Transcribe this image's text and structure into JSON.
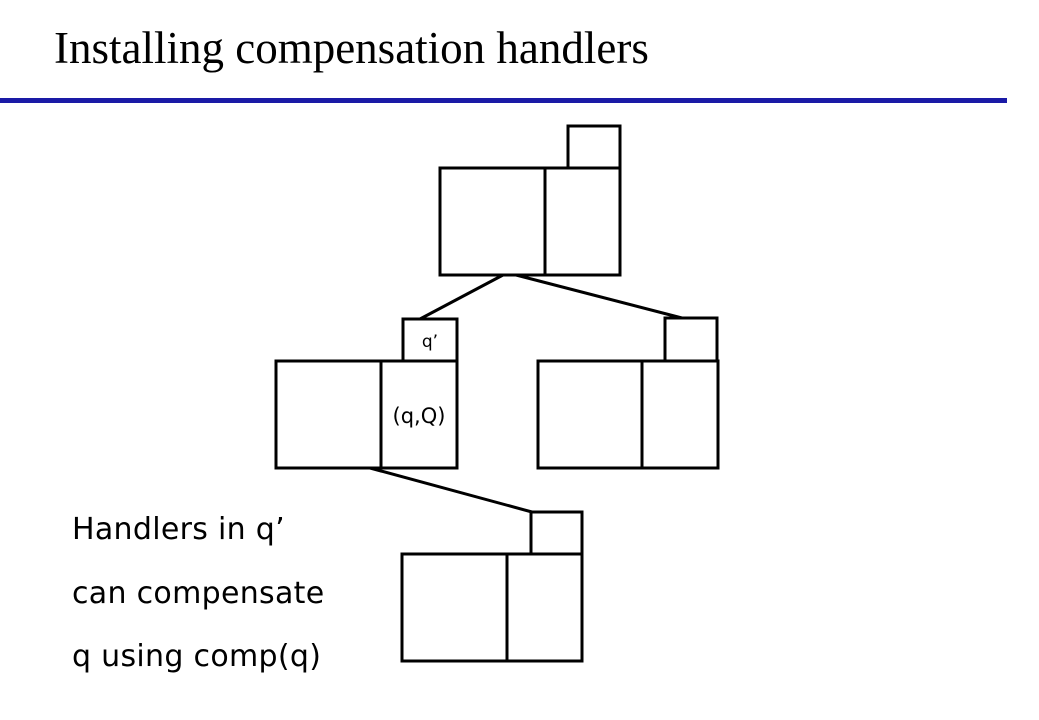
{
  "slide": {
    "title": "Installing compensation handlers",
    "accent_color": "#1a1aa6"
  },
  "diagram": {
    "handler_label": "q’",
    "scope_label": "(q,Q)"
  },
  "caption": {
    "line1": "Handlers in q’",
    "line2": "can compensate",
    "line3": "q using comp(q)"
  }
}
